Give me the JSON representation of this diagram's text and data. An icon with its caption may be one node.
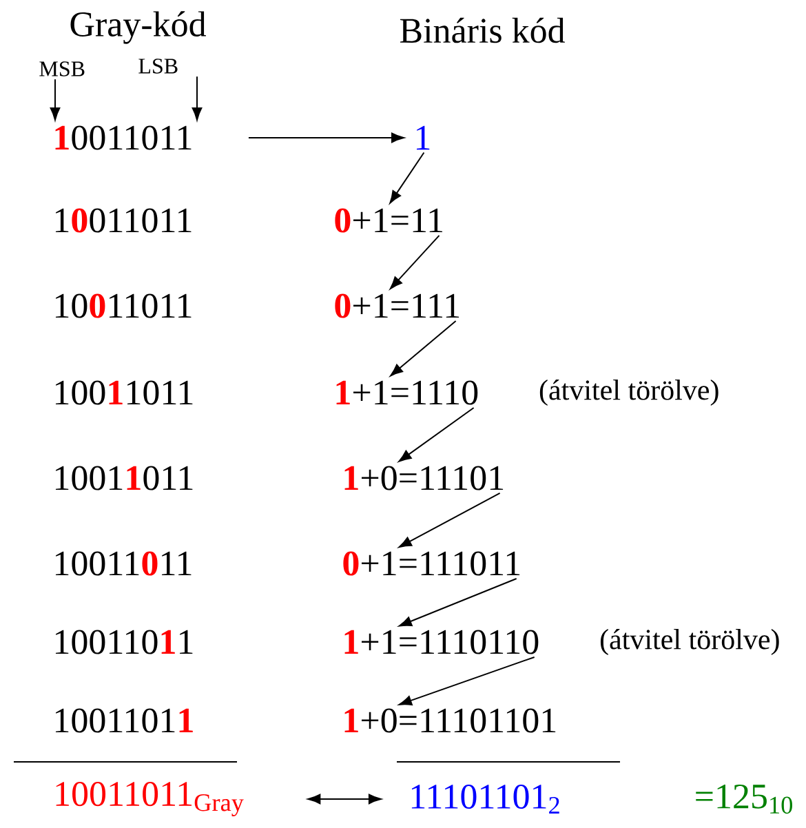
{
  "diagram": {
    "nodes": [
      {
        "text": [
          "MSB"
        ]
      },
      {
        "text": [
          "LSB"
        ]
      },
      {
        "text": [
          "**1**0011011"
        ]
      },
      {
        "text": [
          "1"
        ]
      },
      {
        "text": [
          "1**0**011011"
        ]
      },
      {
        "text": [
          "**0**+1=11"
        ]
      },
      {
        "text": [
          "10**0**11011"
        ]
      },
      {
        "text": [
          "**0**+1=111"
        ]
      },
      {
        "text": [
          "100**1**1011"
        ]
      },
      {
        "text": [
          "**1**+1=1110"
        ],
        "beside": [
          "(átvitel törölve)"
        ]
      },
      {
        "text": [
          "1001**1**011"
        ]
      },
      {
        "text": [
          "**1**+0=11101"
        ]
      },
      {
        "text": [
          "10011**0**11"
        ]
      },
      {
        "text": [
          "**0**+1=111011"
        ]
      },
      {
        "text": [
          "100110**1**1"
        ]
      },
      {
        "text": [
          "**1**+1=1110110"
        ],
        "beside": [
          "(átvitel törölve)"
        ]
      },
      {
        "text": [
          "1001101**1**"
        ]
      },
      {
        "text": [
          "**1**+0=11101101"
        ]
      },
      {
        "text": [
          "10011011$_{Gray}$"
        ]
      },
      {
        "text": [
          "11101101$_{2}$"
        ]
      }
    ],
    "edges": [
      {
        "from": 0,
        "to": 2,
        "arrow": "to"
      },
      {
        "from": 1,
        "to": 2,
        "arrow": "to"
      },
      {
        "from": 2,
        "to": 3,
        "arrow": "to"
      },
      {
        "from": 3,
        "to": 5,
        "arrow": "to"
      },
      {
        "from": 5,
        "to": 7,
        "arrow": "to"
      },
      {
        "from": 7,
        "to": 9,
        "arrow": "to"
      },
      {
        "from": 9,
        "to": 11,
        "arrow": "to"
      },
      {
        "from": 11,
        "to": 13,
        "arrow": "to"
      },
      {
        "from": 13,
        "to": 15,
        "arrow": "to"
      },
      {
        "from": 15,
        "to": 17,
        "arrow": "to"
      },
      {
        "from": 18,
        "to": 19,
        "arrow": "both"
      }
    ],
    "labels": [
      "Gray-kód",
      "Bináris kód",
      "=125$_{10}$"
    ]
  }
}
